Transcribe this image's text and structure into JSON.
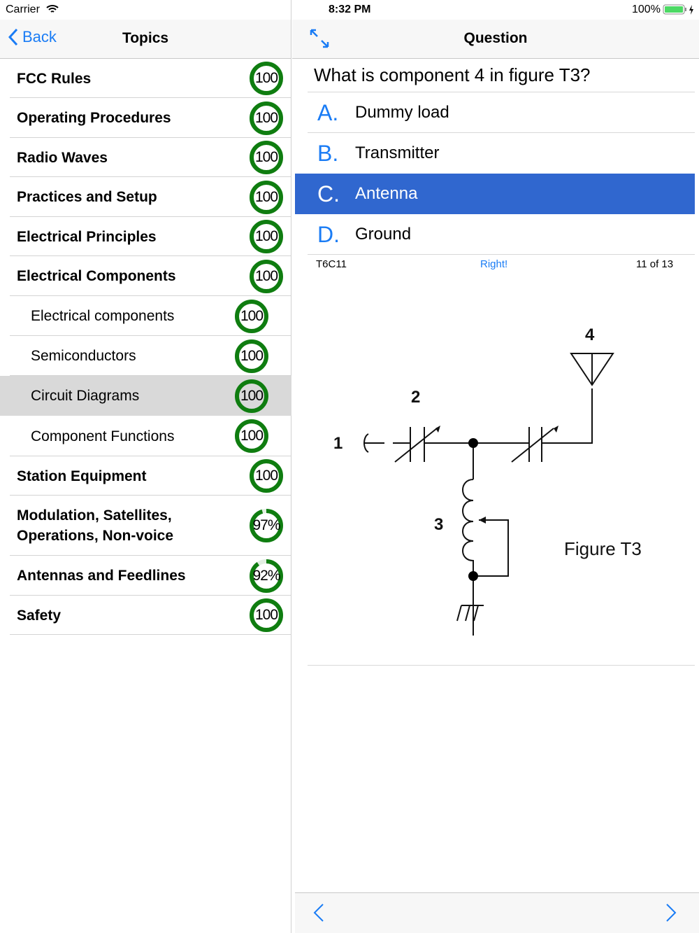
{
  "status": {
    "carrier": "Carrier",
    "time": "8:32 PM",
    "battery": "100%"
  },
  "left": {
    "back_label": "Back",
    "title": "Topics",
    "rows": [
      {
        "label": "FCC Rules",
        "score": "100",
        "progress": 100,
        "sub": false
      },
      {
        "label": "Operating Procedures",
        "score": "100",
        "progress": 100,
        "sub": false
      },
      {
        "label": "Radio Waves",
        "score": "100",
        "progress": 100,
        "sub": false
      },
      {
        "label": "Practices and Setup",
        "score": "100",
        "progress": 100,
        "sub": false
      },
      {
        "label": "Electrical Principles",
        "score": "100",
        "progress": 100,
        "sub": false
      },
      {
        "label": "Electrical Components",
        "score": "100",
        "progress": 100,
        "sub": false
      },
      {
        "label": "Electrical components",
        "score": "100",
        "progress": 100,
        "sub": true
      },
      {
        "label": "Semiconductors",
        "score": "100",
        "progress": 100,
        "sub": true
      },
      {
        "label": "Circuit Diagrams",
        "score": "100",
        "progress": 100,
        "sub": true,
        "selected": true
      },
      {
        "label": "Component Functions",
        "score": "100",
        "progress": 100,
        "sub": true
      },
      {
        "label": "Station Equipment",
        "score": "100",
        "progress": 100,
        "sub": false
      },
      {
        "label": "Modulation, Satellites,\nOperations, Non-voice",
        "score": "97%",
        "progress": 97,
        "sub": false
      },
      {
        "label": "Antennas and Feedlines",
        "score": "92%",
        "progress": 92,
        "sub": false
      },
      {
        "label": "Safety",
        "score": "100",
        "progress": 100,
        "sub": false
      }
    ]
  },
  "right": {
    "title": "Question",
    "question": "What is component 4 in figure T3?",
    "answers": [
      {
        "letter": "A.",
        "text": "Dummy load"
      },
      {
        "letter": "B.",
        "text": "Transmitter"
      },
      {
        "letter": "C.",
        "text": "Antenna",
        "selected": true
      },
      {
        "letter": "D.",
        "text": "Ground"
      }
    ],
    "question_id": "T6C11",
    "result": "Right!",
    "position": "11 of 13",
    "figure": {
      "labels": [
        "1",
        "2",
        "3",
        "4"
      ],
      "caption": "Figure T3"
    }
  },
  "colors": {
    "accent": "#1a7cf5",
    "selected": "#3067cf",
    "ring": "#0f7d10",
    "battery": "#4cd964"
  }
}
